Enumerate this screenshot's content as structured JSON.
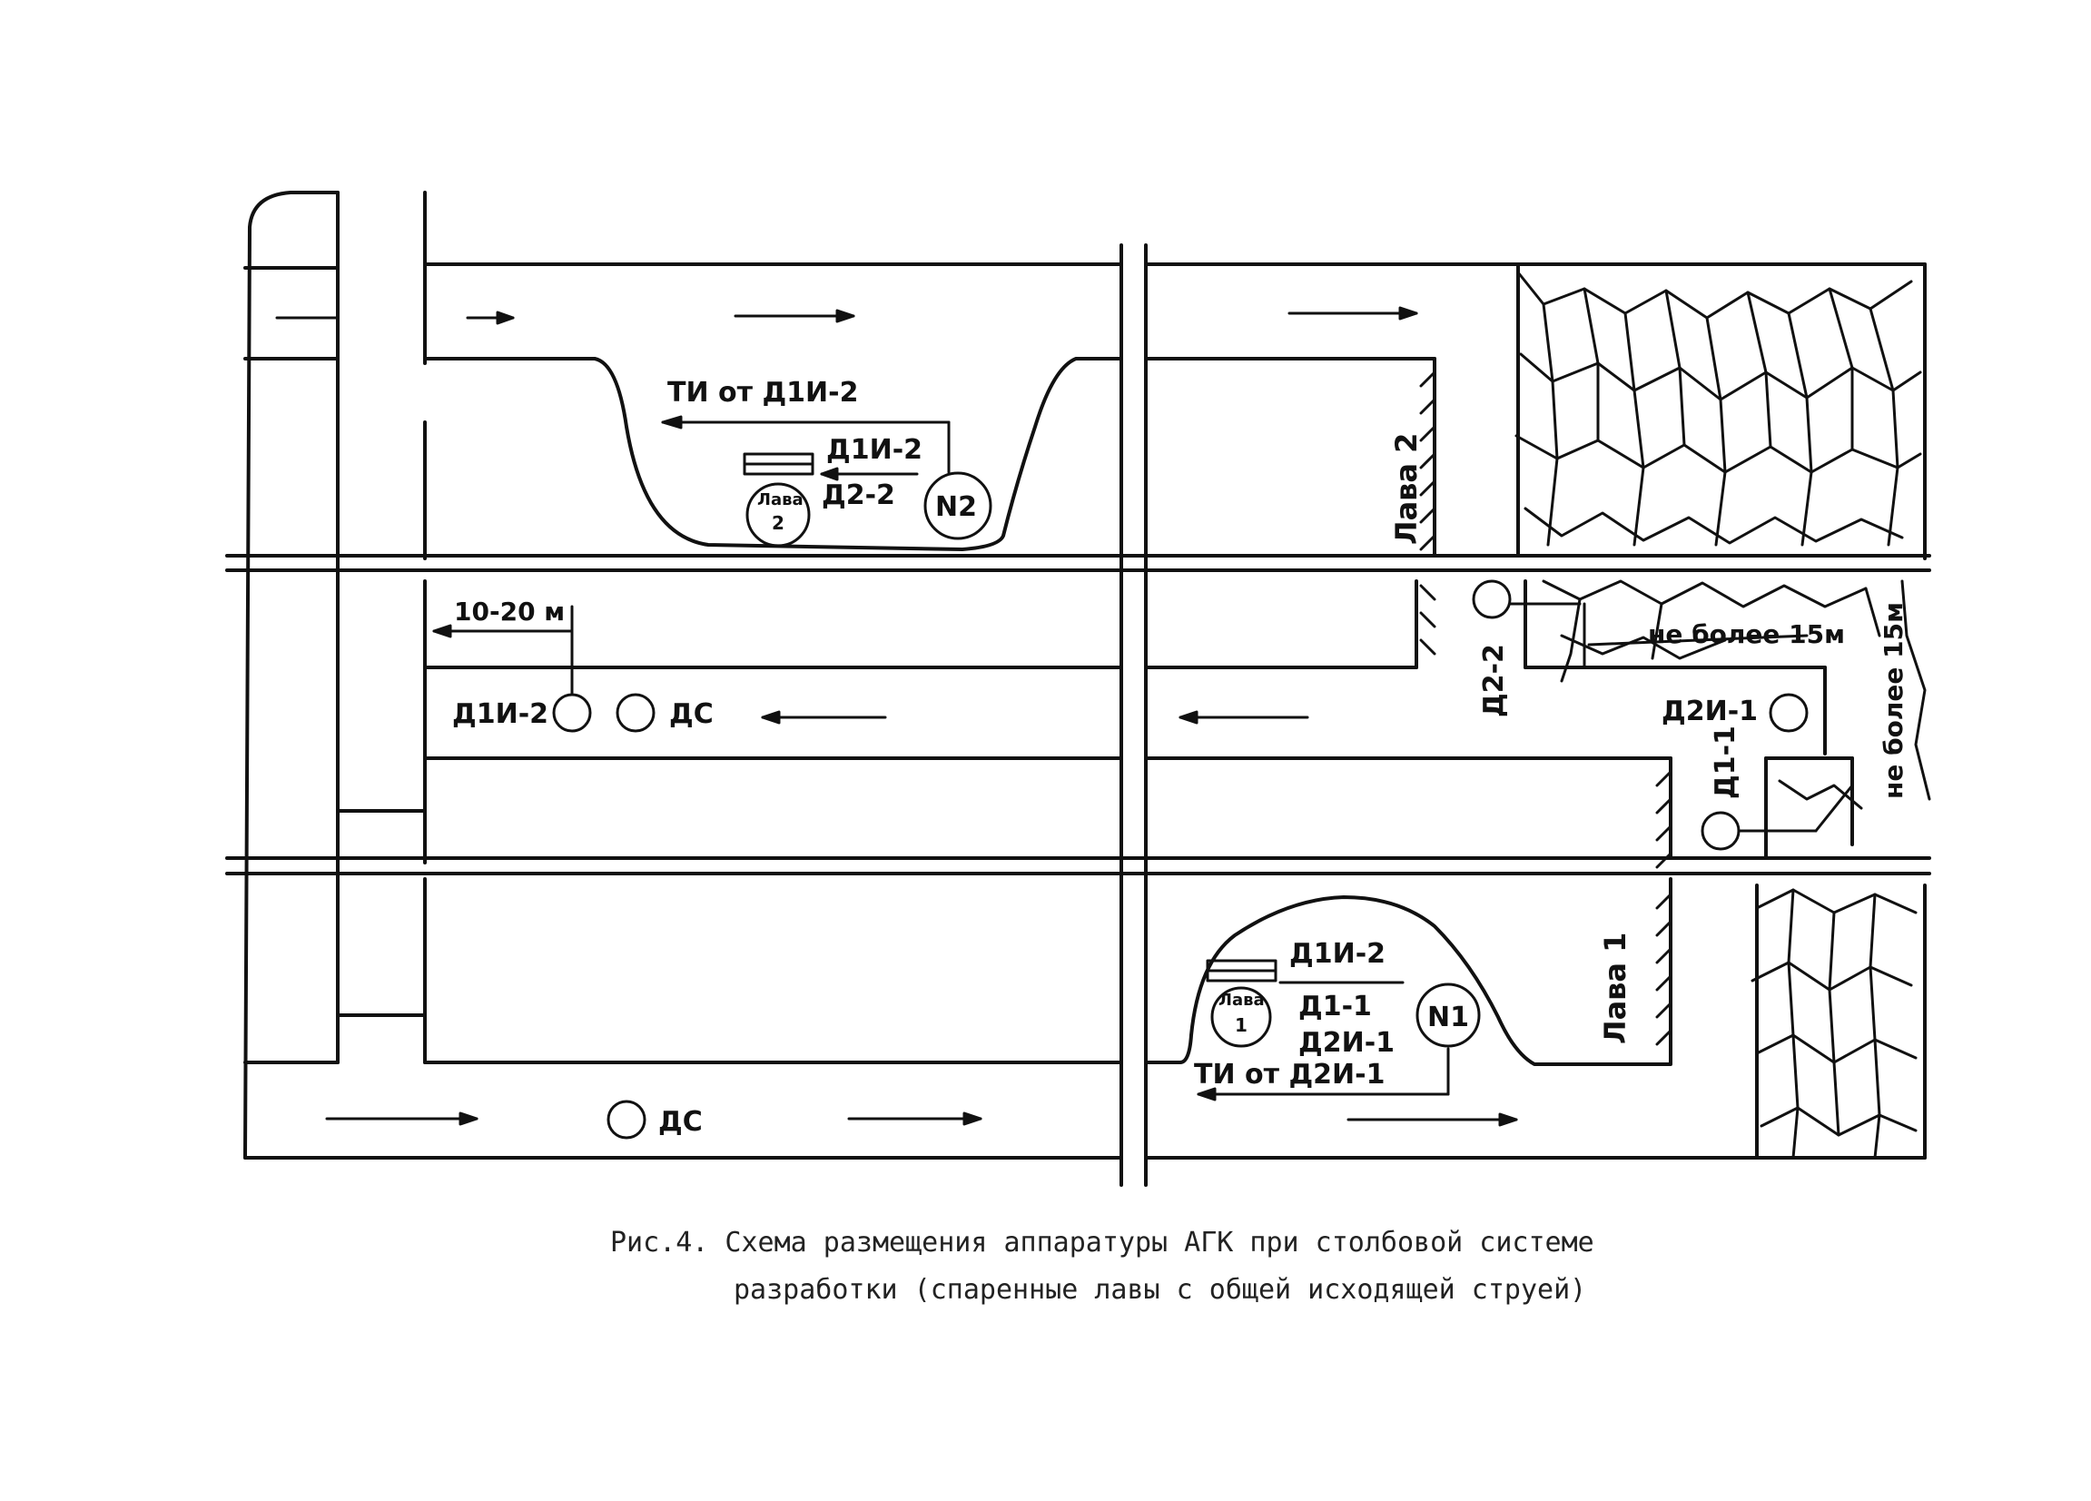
{
  "labels": {
    "ti_from_d1i2_top": "ТИ от Д1И-2",
    "d1i2_top": "Д1И-2",
    "d22_top": "Д2-2",
    "lava2_small_a": "Лава",
    "lava2_small_b": "2",
    "n2": "N2",
    "lava2": "Лава 2",
    "dist_10_20": "10-20 м",
    "d1i2_mid": "Д1И-2",
    "dc_mid": "ДС",
    "d2_2_vert": "Д2-2",
    "not_more_15_a": "не более 15м",
    "not_more_15_b": "не более 15м",
    "d2i1_mid": "Д2И-1",
    "d1_1_vert": "Д1-1",
    "d1i2_bot": "Д1И-2",
    "lava1_small_a": "Лава",
    "lava1_small_b": "1",
    "d1_1_bot": "Д1-1",
    "n1": "N1",
    "d2i1_bot": "Д2И-1",
    "ti_from_d2i1": "ТИ от Д2И-1",
    "lava1": "Лава 1",
    "dc_bot": "ДС"
  },
  "caption": {
    "line1": "Рис.4. Схема размещения аппаратуры АГК при столбовой системе",
    "line2": "разработки (спаренные лавы с общей исходящей струей)"
  }
}
